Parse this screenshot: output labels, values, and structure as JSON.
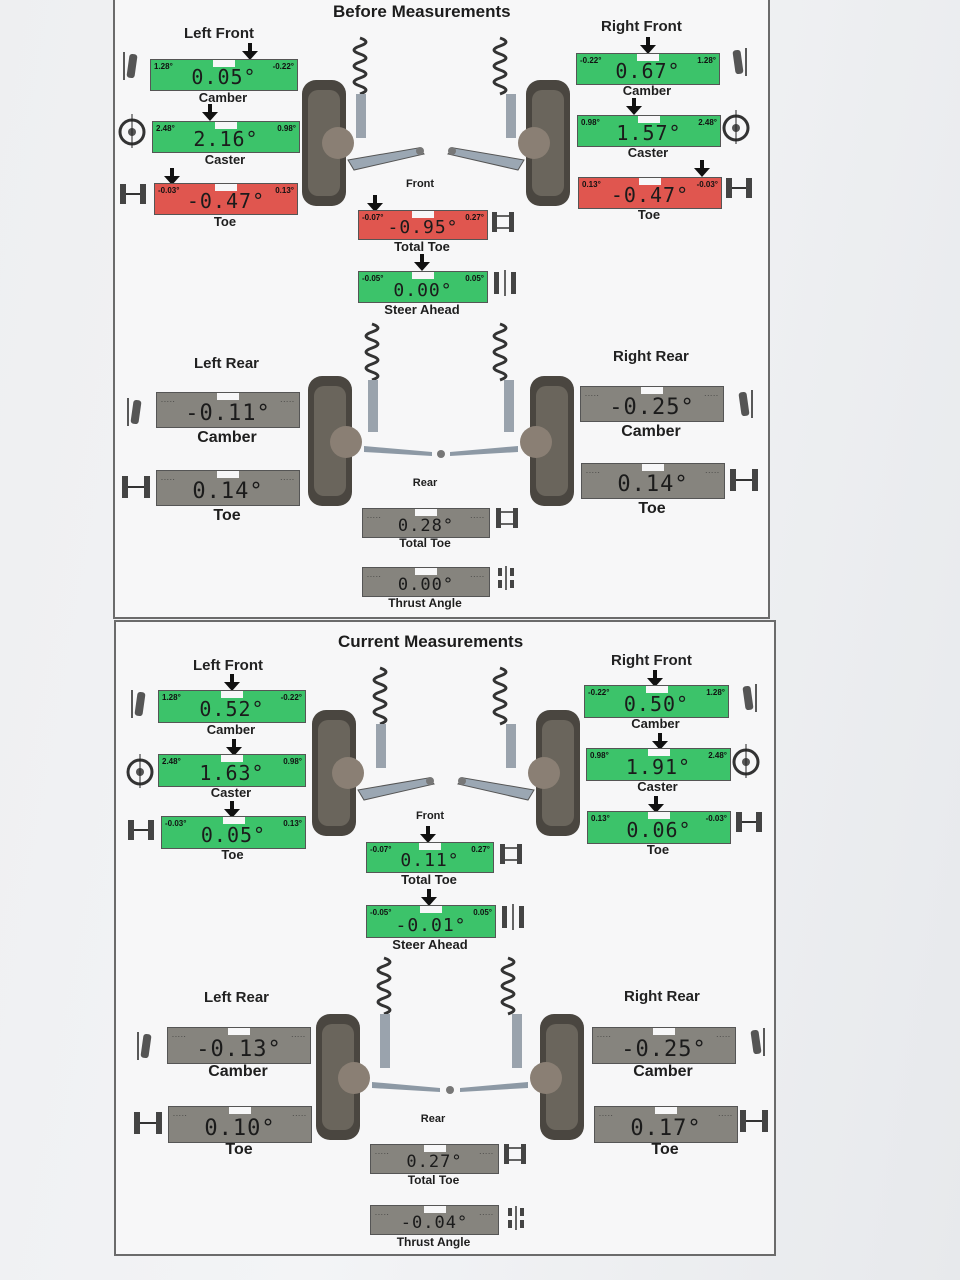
{
  "before": {
    "title": "Before Measurements",
    "front_label": "Front",
    "rear_label": "Rear",
    "left_front": {
      "heading": "Left Front",
      "camber": {
        "label": "Camber",
        "value": "0.05°",
        "min": "1.28°",
        "max": "-0.22°"
      },
      "caster": {
        "label": "Caster",
        "value": "2.16°",
        "min": "2.48°",
        "max": "0.98°"
      },
      "toe": {
        "label": "Toe",
        "value": "-0.47°",
        "min": "-0.03°",
        "max": "0.13°"
      }
    },
    "right_front": {
      "heading": "Right Front",
      "camber": {
        "label": "Camber",
        "value": "0.67°",
        "min": "-0.22°",
        "max": "1.28°"
      },
      "caster": {
        "label": "Caster",
        "value": "1.57°",
        "min": "0.98°",
        "max": "2.48°"
      },
      "toe": {
        "label": "Toe",
        "value": "-0.47°",
        "min": "0.13°",
        "max": "-0.03°"
      }
    },
    "total_toe": {
      "label": "Total Toe",
      "value": "-0.95°",
      "min": "-0.07°",
      "max": "0.27°"
    },
    "steer_ahead": {
      "label": "Steer Ahead",
      "value": "0.00°",
      "min": "-0.05°",
      "max": "0.05°"
    },
    "left_rear": {
      "heading": "Left Rear",
      "camber": {
        "label": "Camber",
        "value": "-0.11°"
      },
      "toe": {
        "label": "Toe",
        "value": "0.14°"
      }
    },
    "right_rear": {
      "heading": "Right Rear",
      "camber": {
        "label": "Camber",
        "value": "-0.25°"
      },
      "toe": {
        "label": "Toe",
        "value": "0.14°"
      }
    },
    "rear_total_toe": {
      "label": "Total Toe",
      "value": "0.28°"
    },
    "thrust_angle": {
      "label": "Thrust Angle",
      "value": "0.00°"
    }
  },
  "current": {
    "title": "Current Measurements",
    "front_label": "Front",
    "rear_label": "Rear",
    "left_front": {
      "heading": "Left Front",
      "camber": {
        "label": "Camber",
        "value": "0.52°",
        "min": "1.28°",
        "max": "-0.22°"
      },
      "caster": {
        "label": "Caster",
        "value": "1.63°",
        "min": "2.48°",
        "max": "0.98°"
      },
      "toe": {
        "label": "Toe",
        "value": "0.05°",
        "min": "-0.03°",
        "max": "0.13°"
      }
    },
    "right_front": {
      "heading": "Right Front",
      "camber": {
        "label": "Camber",
        "value": "0.50°",
        "min": "-0.22°",
        "max": "1.28°"
      },
      "caster": {
        "label": "Caster",
        "value": "1.91°",
        "min": "0.98°",
        "max": "2.48°"
      },
      "toe": {
        "label": "Toe",
        "value": "0.06°",
        "min": "0.13°",
        "max": "-0.03°"
      }
    },
    "total_toe": {
      "label": "Total Toe",
      "value": "0.11°",
      "min": "-0.07°",
      "max": "0.27°"
    },
    "steer_ahead": {
      "label": "Steer Ahead",
      "value": "-0.01°",
      "min": "-0.05°",
      "max": "0.05°"
    },
    "left_rear": {
      "heading": "Left Rear",
      "camber": {
        "label": "Camber",
        "value": "-0.13°"
      },
      "toe": {
        "label": "Toe",
        "value": "0.10°"
      }
    },
    "right_rear": {
      "heading": "Right Rear",
      "camber": {
        "label": "Camber",
        "value": "-0.25°"
      },
      "toe": {
        "label": "Toe",
        "value": "0.17°"
      }
    },
    "rear_total_toe": {
      "label": "Total Toe",
      "value": "0.27°"
    },
    "thrust_angle": {
      "label": "Thrust Angle",
      "value": "-0.04°"
    }
  },
  "colors": {
    "in_spec": "#3cc36a",
    "out_of_spec": "#e0564f",
    "no_spec": "#86847e",
    "arrow": "#111111"
  },
  "icons": [
    "camber-icon",
    "caster-icon",
    "toe-icon",
    "total-toe-icon",
    "steer-ahead-icon",
    "thrust-angle-icon",
    "front-suspension-icon",
    "rear-suspension-icon"
  ]
}
